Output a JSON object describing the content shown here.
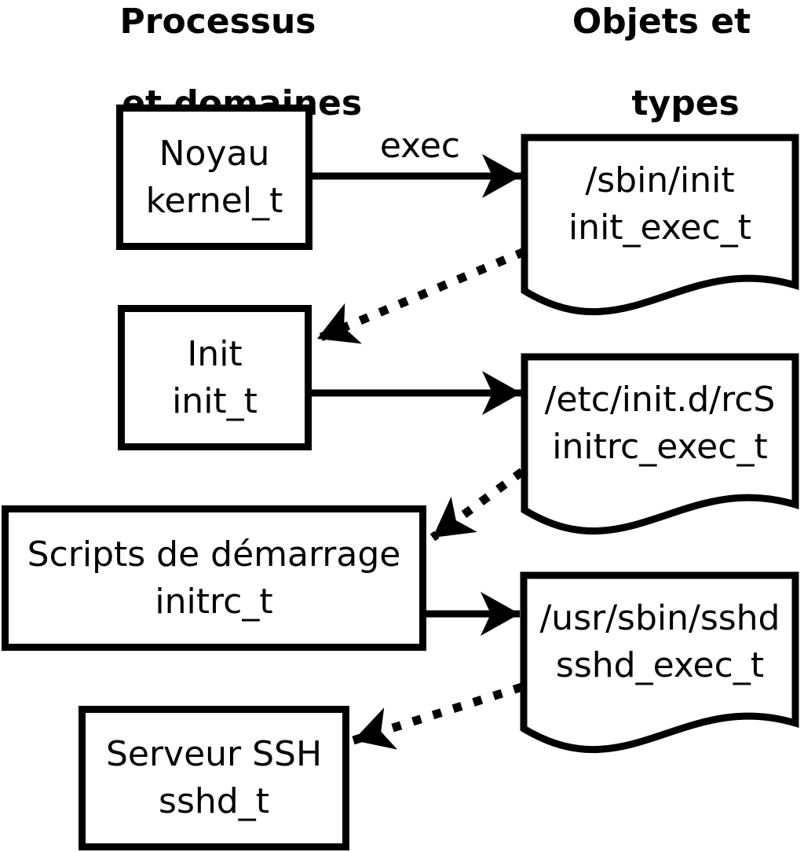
{
  "headers": {
    "left": [
      "Processus",
      "et domaines"
    ],
    "right": [
      "Objets et",
      "types"
    ]
  },
  "processes": [
    {
      "name": "Noyau",
      "domain": "kernel_t"
    },
    {
      "name": "Init",
      "domain": "init_t"
    },
    {
      "name": "Scripts de démarrage",
      "domain": "initrc_t"
    },
    {
      "name": "Serveur SSH",
      "domain": "sshd_t"
    }
  ],
  "objects": [
    {
      "path": "/sbin/init",
      "type": "init_exec_t"
    },
    {
      "path": "/etc/init.d/rcS",
      "type": "initrc_exec_t"
    },
    {
      "path": "/usr/sbin/sshd",
      "type": "sshd_exec_t"
    }
  ],
  "labels": {
    "exec": "exec"
  },
  "edges": [
    {
      "from": "Noyau (kernel_t)",
      "to": "/sbin/init (init_exec_t)",
      "style": "solid",
      "label": "exec"
    },
    {
      "from": "/sbin/init (init_exec_t)",
      "to": "Init (init_t)",
      "style": "dotted",
      "label": ""
    },
    {
      "from": "Init (init_t)",
      "to": "/etc/init.d/rcS (initrc_exec_t)",
      "style": "solid",
      "label": ""
    },
    {
      "from": "/etc/init.d/rcS (initrc_exec_t)",
      "to": "Scripts de démarrage (initrc_t)",
      "style": "dotted",
      "label": ""
    },
    {
      "from": "Scripts de démarrage (initrc_t)",
      "to": "/usr/sbin/sshd (sshd_exec_t)",
      "style": "solid",
      "label": ""
    },
    {
      "from": "/usr/sbin/sshd (sshd_exec_t)",
      "to": "Serveur SSH (sshd_t)",
      "style": "dotted",
      "label": ""
    }
  ],
  "colors": {
    "ink": "#000000",
    "background": "#ffffff"
  }
}
